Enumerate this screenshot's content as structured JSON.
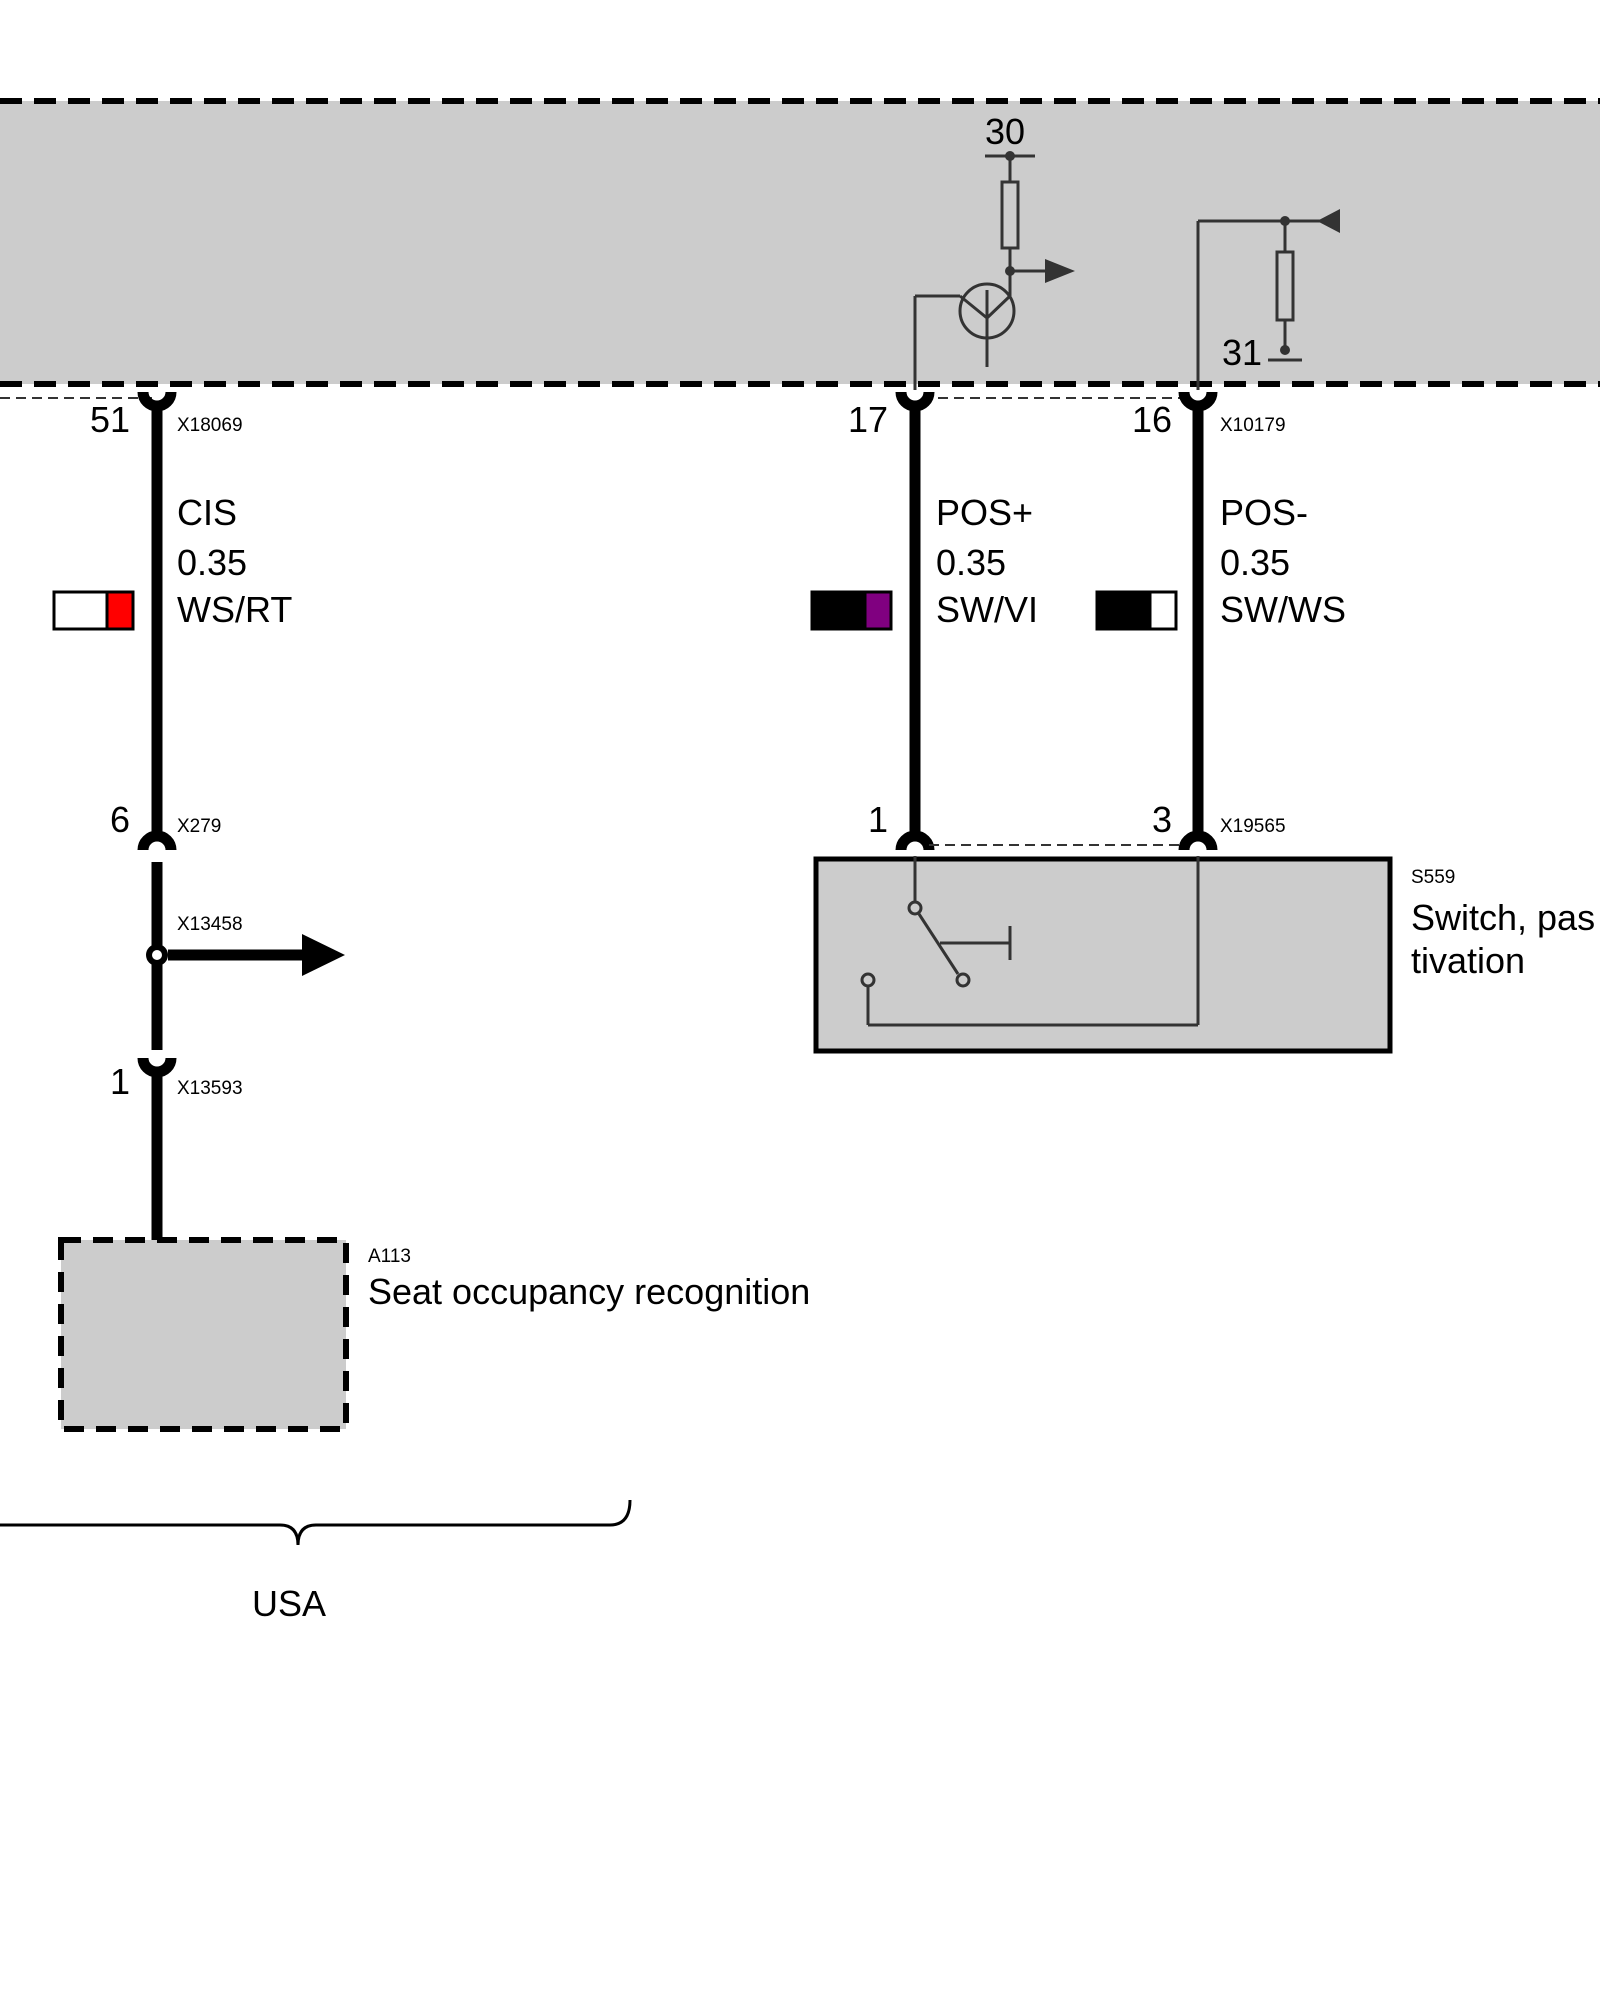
{
  "control_unit": {
    "terminal_30": "30",
    "terminal_31": "31"
  },
  "wires": [
    {
      "signal": "CIS",
      "gauge": "0.35",
      "color_code": "WS/RT",
      "colors": [
        "#ffffff",
        "#ff0000"
      ],
      "top_pin": "51",
      "top_connector": "X18069",
      "bottom_pin": "6",
      "bottom_connector": "X279"
    },
    {
      "signal": "POS+",
      "gauge": "0.35",
      "color_code": "SW/VI",
      "colors": [
        "#000000",
        "#800080"
      ],
      "top_pin": "17",
      "bottom_pin": "1"
    },
    {
      "signal": "POS-",
      "gauge": "0.35",
      "color_code": "SW/WS",
      "colors": [
        "#000000",
        "#ffffff"
      ],
      "top_pin": "16",
      "top_connector": "X10179",
      "bottom_pin": "3",
      "bottom_connector": "X19565"
    }
  ],
  "splice": {
    "connector": "X13458"
  },
  "lower_connector": {
    "pin": "1",
    "connector": "X13593"
  },
  "switch": {
    "id": "S559",
    "name_line1": "Switch, pas",
    "name_line2": "tivation"
  },
  "seat_unit": {
    "id": "A113",
    "name": "Seat occupancy recognition"
  },
  "region_label": "USA"
}
